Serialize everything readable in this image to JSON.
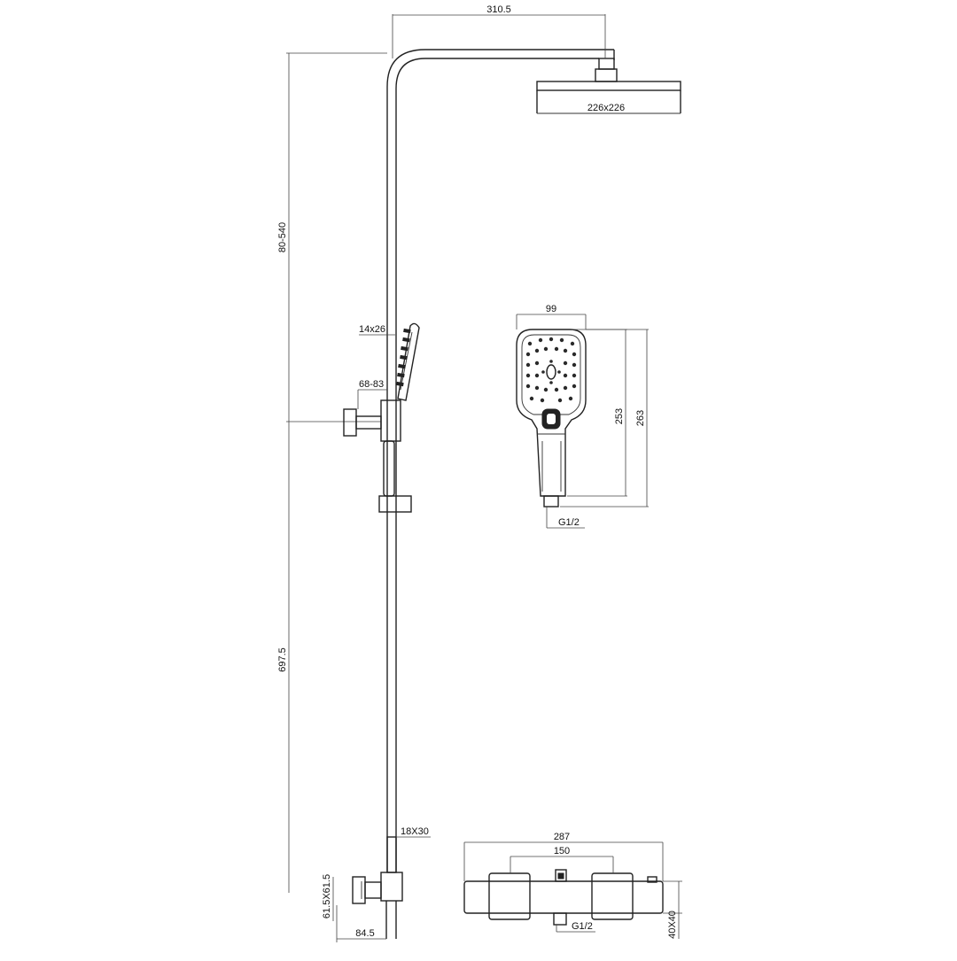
{
  "dimensions": {
    "arm_length": "310.5",
    "head_size": "226x226",
    "height_adjust": "80-540",
    "holder_size": "14x26",
    "bracket_range": "68-83",
    "rail_length": "697.5",
    "pipe_section": "18X30",
    "elbow_size": "61.5X61.5",
    "elbow_offset": "84.5",
    "hand_width": "99",
    "hand_len_inner": "253",
    "hand_len_outer": "263",
    "hand_thread": "G1/2",
    "valve_length": "287",
    "valve_centers": "150",
    "valve_thread": "G1/2",
    "valve_section": "40X40"
  }
}
